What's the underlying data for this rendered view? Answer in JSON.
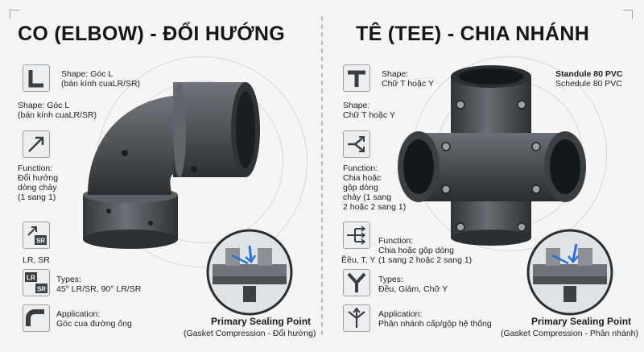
{
  "left": {
    "title": "CO (ELBOW) - ĐỔI HƯỚNG",
    "shape_line1": "Shape: Góc L",
    "shape_line2": "(bán kính cuaLR/SR)",
    "shape2_line1": "Shape: Góc L",
    "shape2_line2": "(bán kính cuaLR/SR)",
    "function_line1": "Function:",
    "function_line2": "Đổi hướng",
    "function_line3": "dòng chảy",
    "function_line4": "(1 sang 1)",
    "sr_badge": "SR",
    "sr_caption": "LR, SR",
    "lr_badge": "LR",
    "sr_badge2": "SR",
    "types_line1": "Types:",
    "types_line2": "45° LR/SR, 90° LR/SR",
    "application_line1": "Application:",
    "application_line2": "Góc cua đường ống",
    "seal_title": "Primary Sealing Point",
    "seal_sub": "(Gasket Compression - Đổi hướng)"
  },
  "right": {
    "title": "TÊ (TEE) - CHIA NHÁNH",
    "shape_line1": "Shape:",
    "shape_line2": "Chữ T hoặc Y",
    "shape2_line1": "Shape:",
    "shape2_line2": "Chữ T hoặc Y",
    "spec_line1": "Standule 80 PVC",
    "spec_line2": "Schedule 80 PVC",
    "function_line1": "Function:",
    "function_line2": "Chia hoặc",
    "function_line3": "gộp dòng",
    "function_line4": "chảy (1 sang",
    "function_line5": "2 hoặc 2 sang 1)",
    "function2_line1": "Function:",
    "function2_line2": "Chia hoặc gộp dòng",
    "function2_line3": "(1 sang 2 hoặc 2 sang 1)",
    "types_caption": "Ềều, T, Y",
    "types_line1": "Types:",
    "types_line2": "Đều, Giảm, Chữ Y",
    "application_line1": "Application:",
    "application_line2": "Phân nhánh cấp/gộp hệ thống",
    "seal_title": "Primary Sealing Point",
    "seal_sub": "(Gasket Compression - Phân nhánh)"
  },
  "colors": {
    "pipe_dark": "#3f4448",
    "pipe_mid": "#5c6267",
    "pipe_light": "#8a9095",
    "callout_blue": "#2c6fd6"
  }
}
